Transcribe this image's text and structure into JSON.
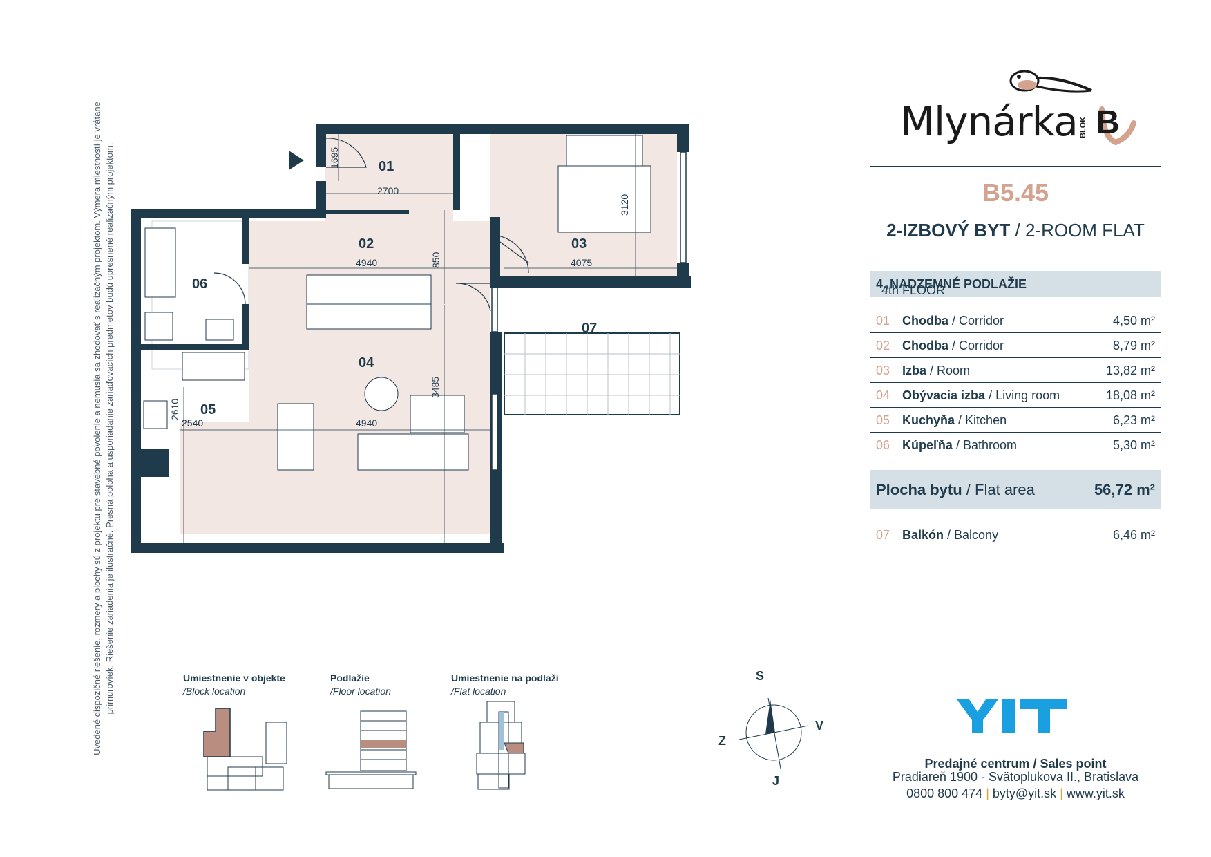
{
  "disclaimer": {
    "line1": "Uvedené dispozičné riešenie, rozmery a plochy sú z projektu pre stavebné povolenie a nemusia sa zhodovať s realizačným projektom. Výmera miestností je vrátane",
    "line2": "primurovíek. Riešenie zariadenia je ilustračné. Presná poloha a usporiadanie zariaďovacích predmetov budú upresnené realizačným projektom."
  },
  "logo": {
    "name": "Mlynárka",
    "blok": "BLOK",
    "letter": "B",
    "bird_icon": "bird-icon"
  },
  "flat": {
    "code": "B5.45",
    "type_bold": "2-IZBOVÝ BYT",
    "type_sep": " / ",
    "type_en": "2-ROOM FLAT",
    "floor_bold": "4. NADZEMNÉ PODLAŽIE",
    "floor_sep": " / ",
    "floor_en": "4th FLOOR"
  },
  "rooms": [
    {
      "num": "01",
      "sk": "Chodba",
      "en": "Corridor",
      "area": "4,50 m²"
    },
    {
      "num": "02",
      "sk": "Chodba",
      "en": "Corridor",
      "area": "8,79 m²"
    },
    {
      "num": "03",
      "sk": "Izba",
      "en": "Room",
      "area": "13,82 m²"
    },
    {
      "num": "04",
      "sk": "Obývacia izba",
      "en": "Living room",
      "area": "18,08 m²"
    },
    {
      "num": "05",
      "sk": "Kuchyňa",
      "en": "Kitchen",
      "area": "6,23 m²"
    },
    {
      "num": "06",
      "sk": "Kúpeľňa",
      "en": "Bathroom",
      "area": "5,30 m²"
    }
  ],
  "total": {
    "sk": "Plocha bytu",
    "sep": " / ",
    "en": "Flat area",
    "area": "56,72 m²"
  },
  "balcony": {
    "num": "07",
    "sk": "Balkón",
    "en": "Balcony",
    "area": "6,46 m²"
  },
  "plan": {
    "labels": [
      "01",
      "02",
      "03",
      "04",
      "05",
      "06",
      "07"
    ],
    "dims": [
      "2700",
      "1695",
      "4940",
      "850",
      "4075",
      "3120",
      "3485",
      "2610",
      "2540",
      "4940"
    ]
  },
  "location": {
    "block_title": "Umiestnenie v objekte",
    "block_sub": "/Block location",
    "floor_title": "Podlažie",
    "floor_sub": "/Floor location",
    "flat_title": "Umiestnenie na podlaží",
    "flat_sub": "/Flat location"
  },
  "compass": {
    "n": "S",
    "s": "J",
    "e": "V",
    "w": "Z"
  },
  "sales": {
    "brand": "YIT",
    "title": "Predajné centrum / Sales point",
    "address": "Pradiareň 1900 - Svätoplukova II., Bratislava",
    "phone": "0800 800 474",
    "email": "byty@yit.sk",
    "web": "www.yit.sk",
    "sep": "|"
  },
  "colors": {
    "wall": "#1f3a4b",
    "floor": "#f2e7e3",
    "accent": "#d4a38f",
    "bar": "#d5dfe6",
    "yit": "#1aa0e0"
  }
}
